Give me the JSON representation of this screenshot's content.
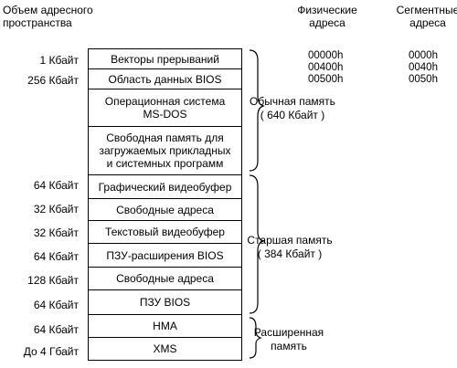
{
  "header": {
    "size_title": "Объем адресного\nпространства",
    "phys_title": "Физические\nадреса",
    "seg_title": "Сегментные\nадреса"
  },
  "sizes": [
    "1 Кбайт",
    "256 Кбайт",
    "64 Кбайт",
    "32 Кбайт",
    "32 Кбайт",
    "64 Кбайт",
    "128 Кбайт",
    "64 Кбайт",
    "64 Кбайт",
    "До 4 Гбайт"
  ],
  "blocks": [
    "Векторы прерываний",
    "Область данных BIOS",
    "Операционная система\nMS-DOS",
    "Свободная память для\nзагружаемых прикладных\nи системных  программ",
    "Графический видеобуфер",
    "Свободные адреса",
    "Текстовый видеобуфер",
    "ПЗУ-расширения BIOS",
    "Свободные адреса",
    "ПЗУ  BIOS",
    "HMA",
    "XMS"
  ],
  "phys_addresses": [
    "00000h",
    "00400h",
    "00500h"
  ],
  "seg_addresses": [
    "0000h",
    "0040h",
    "0050h"
  ],
  "regions": {
    "conventional": "Обычная память\n( 640 Кбайт )",
    "upper": "Старшая память\n( 384 Кбайт )",
    "extended": "Расширенная\nпамять"
  }
}
